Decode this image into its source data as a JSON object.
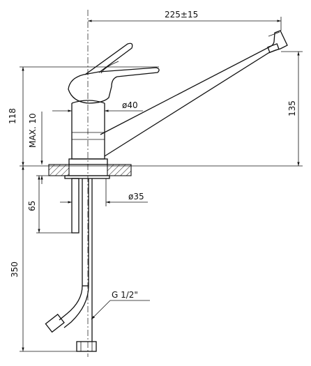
{
  "dimensions": {
    "spout_reach": "225±15",
    "total_height": "118",
    "spout_height": "135",
    "max_deck_thickness": "MAX. 10",
    "body_diameter": "ø40",
    "mount_diameter": "ø35",
    "shank_length": "65",
    "hose_length": "350",
    "thread": "G 1/2\""
  }
}
